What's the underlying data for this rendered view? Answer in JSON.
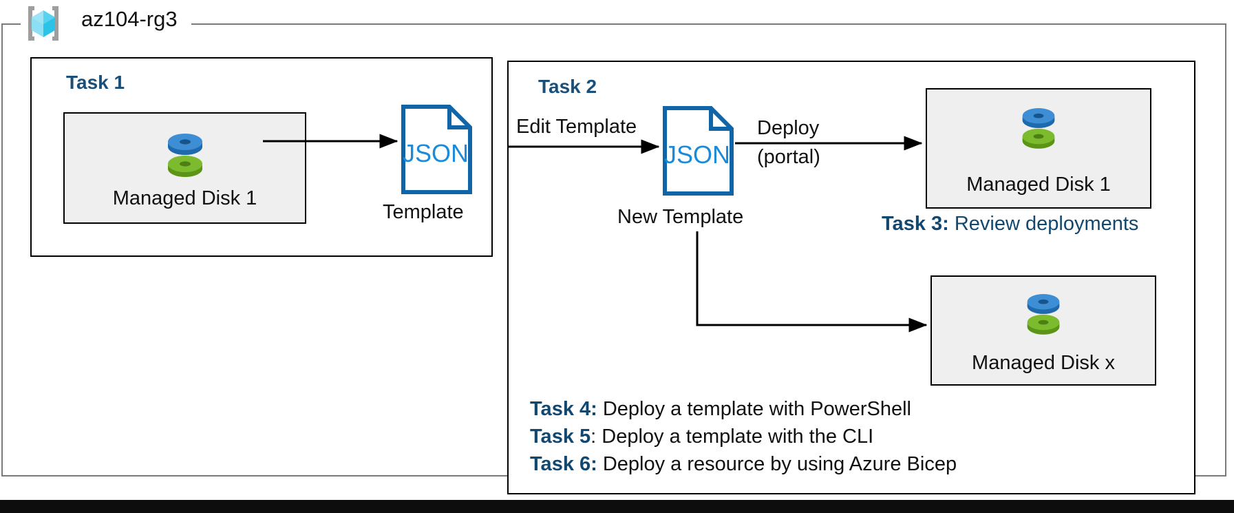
{
  "resource_group": {
    "name": "az104-rg3",
    "icon": "azure-resource-group-cube-icon"
  },
  "tasks": {
    "task1": {
      "heading": "Task 1"
    },
    "task2": {
      "heading": "Task 2"
    },
    "task3": {
      "tag": "Task 3:",
      "body": " Review deployments"
    },
    "task4": {
      "tag": "Task 4:",
      "body": " Deploy a template with PowerShell"
    },
    "task5": {
      "tag": "Task 5",
      "body": ": Deploy a template with the CLI"
    },
    "task6": {
      "tag": "Task 6:",
      "body": " Deploy a resource by using Azure Bicep"
    }
  },
  "resources": {
    "managed_disk_1a": {
      "label": "Managed Disk 1",
      "icon": "managed-disk-icon"
    },
    "managed_disk_1b": {
      "label": "Managed Disk 1",
      "icon": "managed-disk-icon"
    },
    "managed_disk_x": {
      "label": "Managed Disk x",
      "icon": "managed-disk-icon"
    }
  },
  "documents": {
    "template": {
      "text": "JSON",
      "caption": "Template",
      "icon": "json-file-icon"
    },
    "new_template": {
      "text": "JSON",
      "caption": "New Template",
      "icon": "json-file-icon"
    }
  },
  "arrows": {
    "export": {
      "label": ""
    },
    "edit": {
      "label": "Edit Template"
    },
    "deploy_line1": {
      "label": "Deploy"
    },
    "deploy_line2": {
      "label": "(portal)"
    }
  },
  "colors": {
    "accent_blue": "#12486f",
    "doc_blue": "#1064a8",
    "json_text": "#1b8ad8",
    "disk_blue": "#3c8fd6",
    "disk_green": "#6ab023",
    "box_fill": "#efefef",
    "container_border": "#7a7a7a"
  }
}
